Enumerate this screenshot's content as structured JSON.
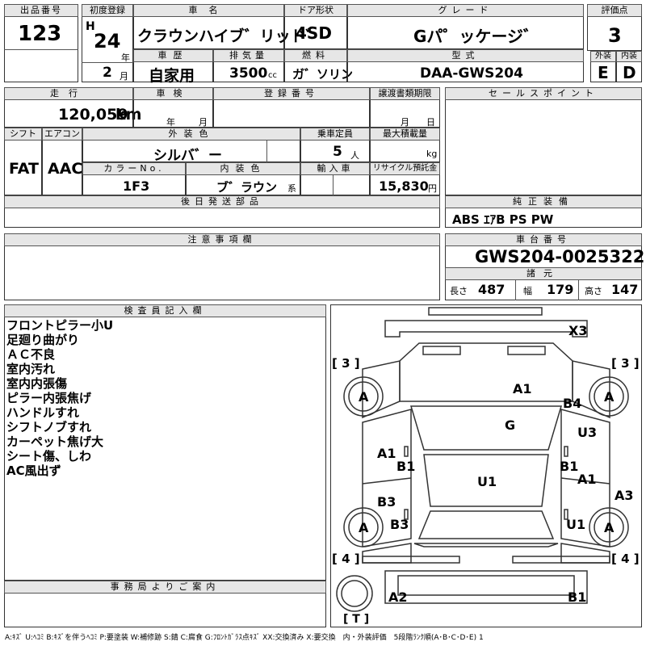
{
  "header": {
    "lot_no_label": "出品番号",
    "lot_no": "123",
    "first_reg_label": "初度登録",
    "era": "H",
    "year": "24",
    "year_unit": "年",
    "month": "2",
    "month_unit": "月",
    "name_label": "車名",
    "car_name": "クラウンハイブ゛リッド゛",
    "door_label": "ドア形状",
    "door": "4SD",
    "grade_label": "グレード",
    "grade": "Gパ゜ッケージ゛",
    "score_label": "評価点",
    "score": "3",
    "history_label": "車歴",
    "history": "自家用",
    "displacement_label": "排気量",
    "displacement": "3500",
    "displacement_unit": "cc",
    "fuel_label": "燃料",
    "fuel": "ガ゛ソリン",
    "model_label": "型式",
    "model": "DAA-GWS204",
    "ext_label": "外装",
    "ext_grade": "E",
    "int_label": "内装",
    "int_grade": "D"
  },
  "spec": {
    "mileage_label": "走行",
    "mileage": "120,059",
    "mileage_unit": "km",
    "inspection_label": "車検",
    "insp_year_unit": "年",
    "insp_month_unit": "月",
    "reg_no_label": "登録番号",
    "transfer_label": "譲渡書類期限",
    "transfer_month_unit": "月",
    "transfer_day_unit": "日",
    "shift_label": "シフト",
    "shift": "FAT",
    "ac_label": "エアコン",
    "ac": "AAC",
    "ext_color_label": "外装色",
    "ext_color": "シルバ゛ー",
    "capacity_label": "乗車定員",
    "capacity": "5",
    "capacity_unit": "人",
    "max_load_label": "最大積載量",
    "max_load_unit": "kg",
    "color_no_label": "カラーNo.",
    "color_no": "1F3",
    "int_color_label": "内装色",
    "int_color": "ブ゛ラウン",
    "int_color_unit": "系",
    "import_label": "輸入車",
    "recycle_label": "リサイクル預託金",
    "recycle": "15,830",
    "recycle_unit": "円",
    "later_parts_label": "後日発送部品"
  },
  "sales_points_label": "セールスポイント",
  "equipment": {
    "label": "純正装備",
    "value": "ABS ｴｱB PS PW"
  },
  "notes_label": "注意事項欄",
  "chassis": {
    "label": "車台番号",
    "value": "GWS204-0025322",
    "specs_label": "諸元",
    "length_label": "長さ",
    "length": "487",
    "width_label": "幅",
    "width": "179",
    "height_label": "高さ",
    "height": "147"
  },
  "inspector": {
    "label": "検査員記入欄",
    "items": [
      "フロントピラー小U",
      "足廻り曲がり",
      "ＡＣ不良",
      "室内汚れ",
      "室内内張傷",
      "ピラー内張焦げ",
      "ハンドルすれ",
      "シフトノブすれ",
      "カーペット焦げ大",
      "シート傷、しわ",
      "AC風出ず"
    ]
  },
  "office_label": "事務局よりご案内",
  "diagram": {
    "side_numbers": [
      "[ 3 ]",
      "[ 3 ]",
      "[ 4 ]",
      "[ 4 ]"
    ],
    "wheel_mark": "A",
    "spare_label": "[ T ]",
    "damage_codes": {
      "front_bumper": "X3",
      "hood": "A1",
      "front_right_fender": "B4",
      "front_glass": "G",
      "front_right_door": "U3",
      "front_left_door": "A1",
      "left_pillar": "B1",
      "right_pillar": "B1",
      "roof": "U1",
      "rear_right_door": "A1",
      "rear_right_fender": "A3",
      "rear_left_door": "B3",
      "rear_left_fender": "B3",
      "rear_right_panel": "U1",
      "rear_bumper_left": "A2",
      "rear_bumper_right": "B1"
    }
  },
  "legend": "A:ｷｽﾞ U:ﾍｺﾐ B:ｷｽﾞを伴うﾍｺﾐ P:要塗装 W:補修跡 S:錆 C:腐食 G:ﾌﾛﾝﾄｶﾞﾗｽ点ｷｽﾞ XX:交換済み X:要交換　内・外装評価　5段階ﾗﾝｸ順(A･B･C･D･E) 1"
}
